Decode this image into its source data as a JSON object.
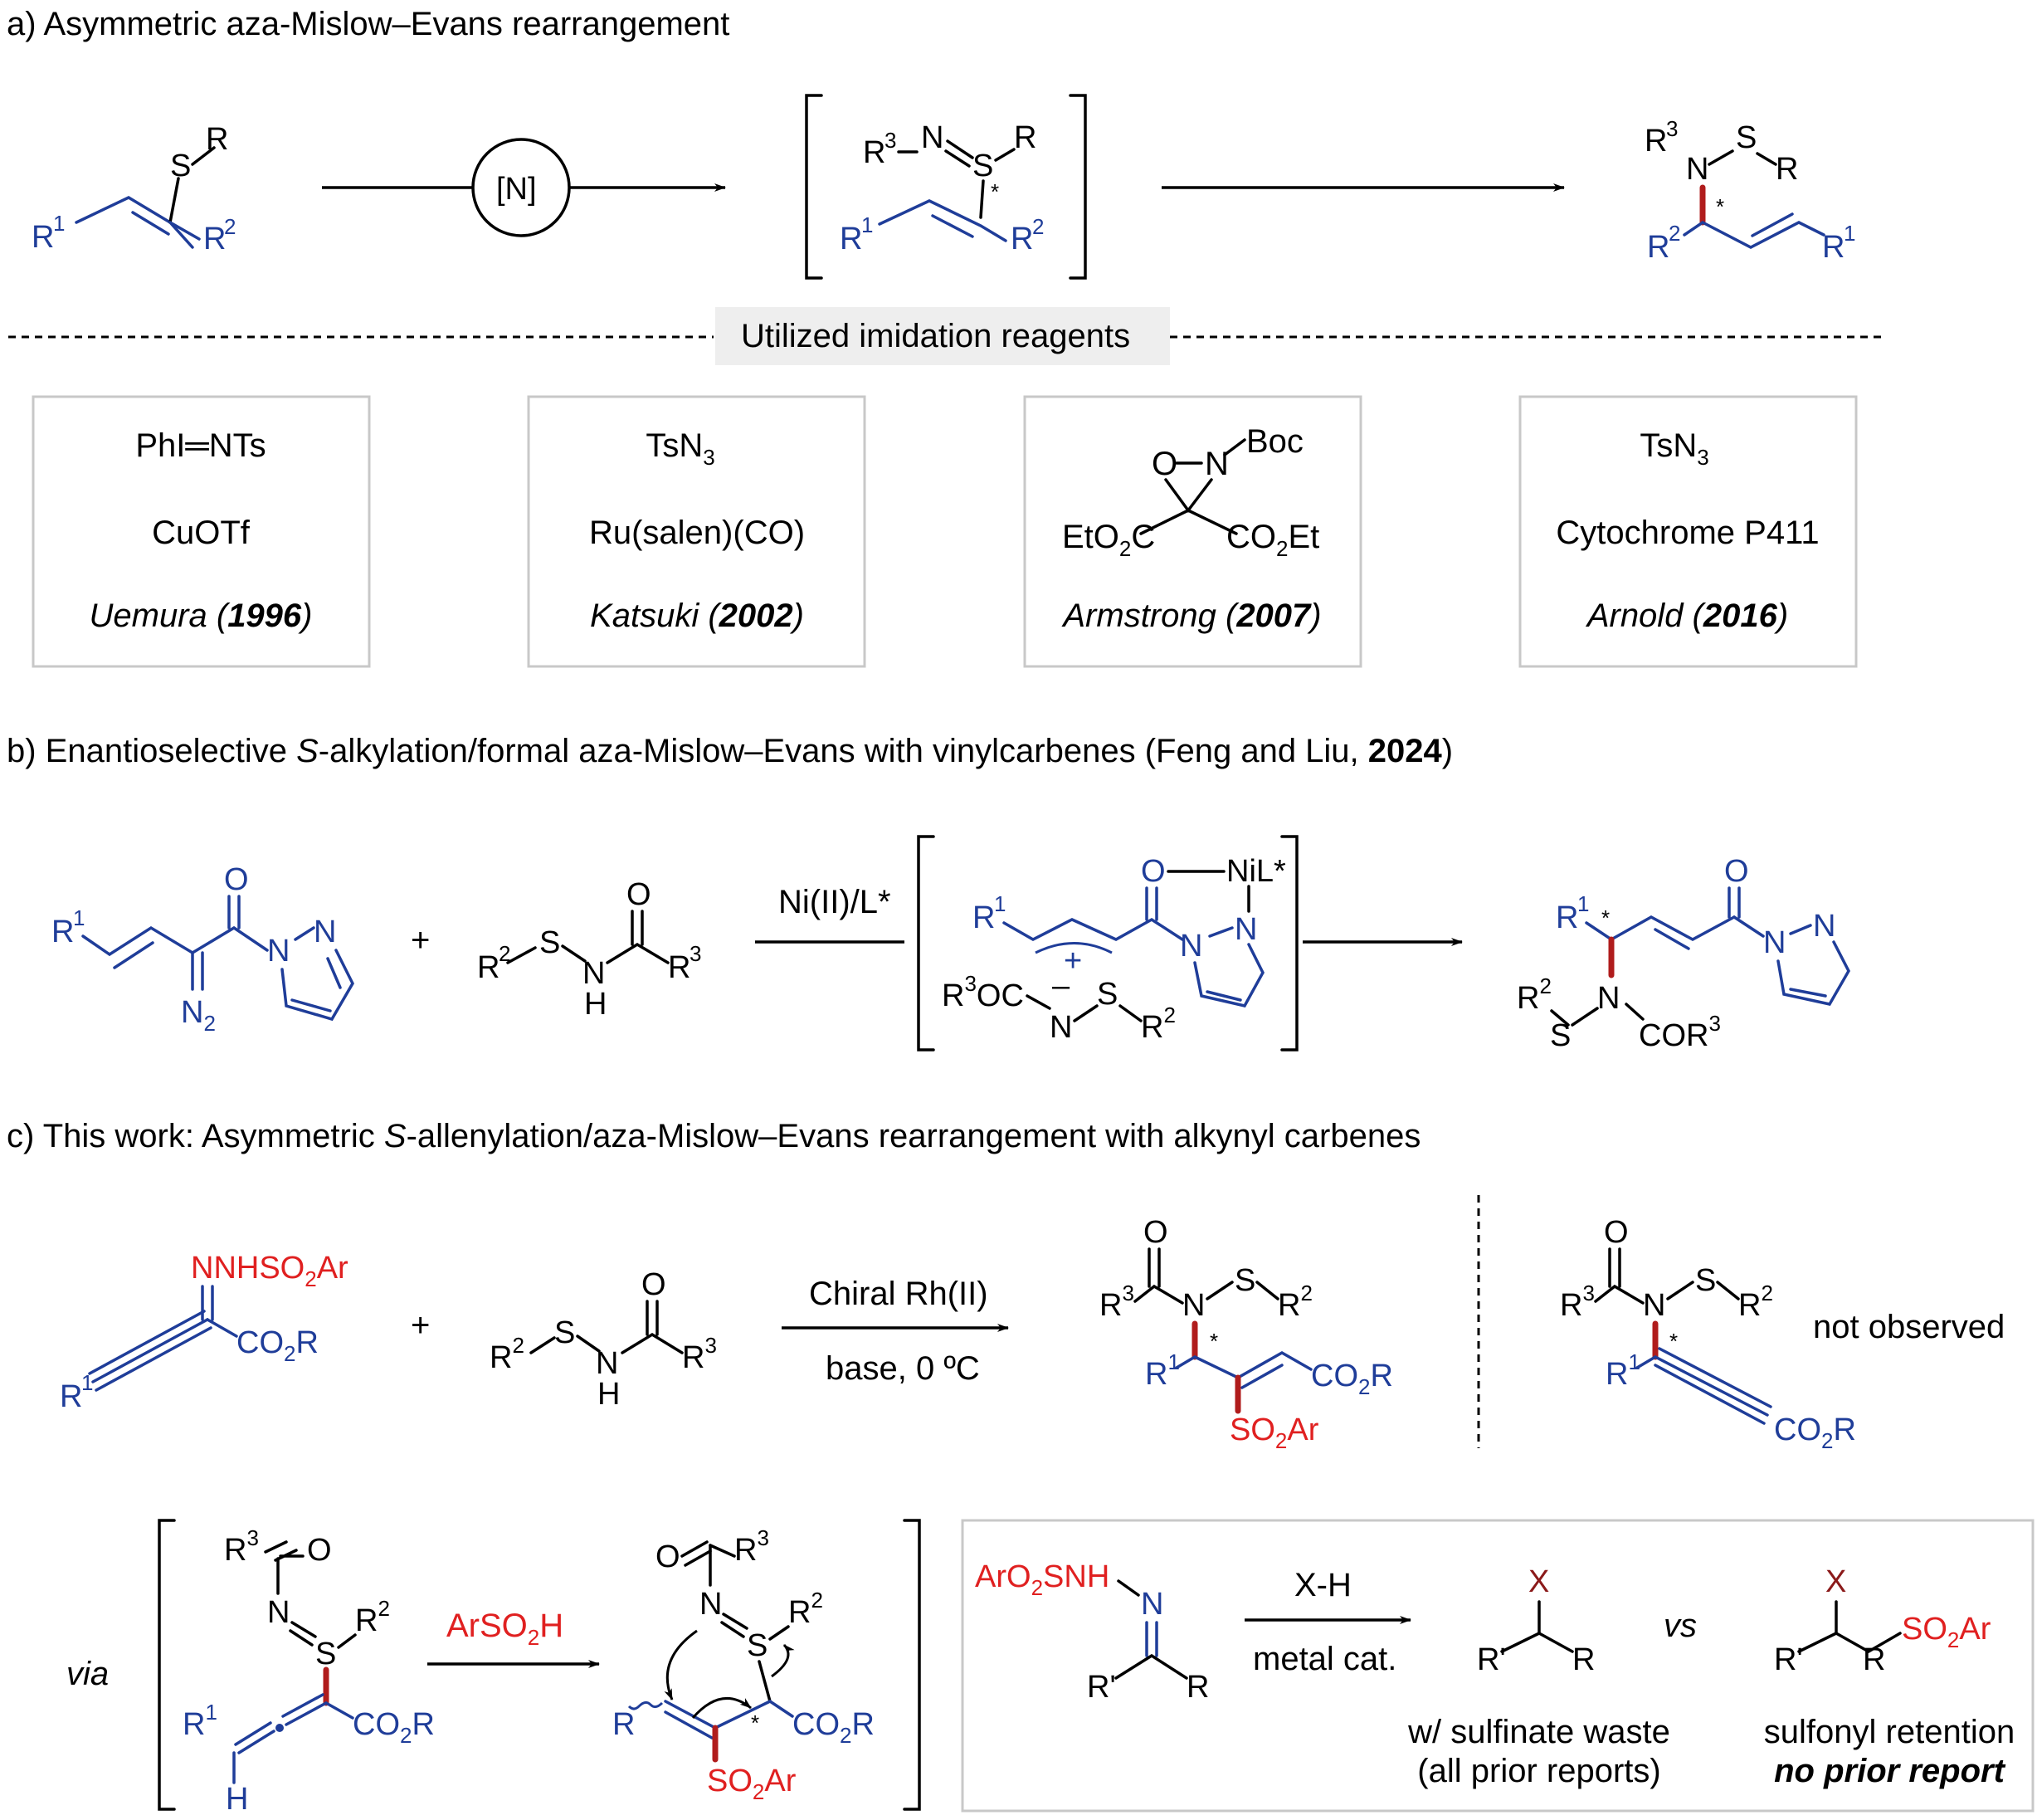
{
  "panel_a": {
    "title": "a) Asymmetric aza-Mislow–Evans rearrangement",
    "reagent_circle": "[N]",
    "banner": "Utilized imidation reagents",
    "labels": {
      "S": "S",
      "R": "R",
      "R1": "R",
      "R2": "R",
      "R3": "R",
      "N": "N",
      "star": "*",
      "sup1": "1",
      "sup2": "2",
      "sup3": "3"
    },
    "reagents": [
      {
        "line1": "PhI═NTs",
        "line2": "CuOTf",
        "author": "Uemura",
        "year": "1996"
      },
      {
        "line1": "TsN",
        "line1_sub": "3",
        "line2": "Ru(salen)(CO)",
        "author": "Katsuki",
        "year": "2002"
      },
      {
        "line1_N": "N",
        "line1_O": "O",
        "line1_boc": "Boc",
        "left": "EtO",
        "left_sub": "2",
        "left_c": "C",
        "right": "CO",
        "right_sub": "2",
        "right_et": "Et",
        "author": "Armstrong",
        "year": "2007"
      },
      {
        "line1": "TsN",
        "line1_sub": "3",
        "line2": "Cytochrome P411",
        "author": "Arnold",
        "year": "2016"
      }
    ]
  },
  "panel_b": {
    "title_pre": "b) Enantioselective ",
    "title_S": "S",
    "title_mid": "-alkylation/formal aza-Mislow–Evans with vinylcarbenes (Feng and Liu, ",
    "title_year": "2024",
    "title_end": ")",
    "plus": "+",
    "condition": "Ni(II)/L*",
    "labels": {
      "O": "O",
      "N": "N",
      "N2": "N",
      "N2_sub": "2",
      "H": "H",
      "S": "S",
      "NiL": "NiL*",
      "R3OC": "OC",
      "COR3": "COR",
      "minus": "–",
      "cation": "+"
    }
  },
  "panel_c": {
    "title_pre": "c) This work: Asymmetric ",
    "title_S": "S",
    "title_end": "-allenylation/aza-Mislow–Evans rearrangement with alkynyl carbenes",
    "hydrazone": "NNHSO",
    "hydrazone_sub": "2",
    "hydrazone_ar": "Ar",
    "ester": "CO",
    "ester_sub": "2",
    "ester_r": "R",
    "plus": "+",
    "condition_top": "Chiral Rh(II)",
    "condition_bottom": "base, 0 ºC",
    "sulfonyl": "SO",
    "sulfonyl_sub": "2",
    "sulfonyl_ar": "Ar",
    "not_observed": "not observed",
    "via": "via",
    "via_reagent": "ArSO",
    "via_reagent_sub": "2",
    "via_reagent_h": "H",
    "box": {
      "reactant": "ArO",
      "reactant_sub": "2",
      "reactant_end": "SNH",
      "reagent_top": "X-H",
      "reagent_bottom": "metal cat.",
      "vs": "vs",
      "X": "X",
      "Rp": "R'",
      "R": "R",
      "caption1_a": "w/ sulfinate waste",
      "caption1_b": "(all prior reports)",
      "caption2_a": "sulfonyl retention",
      "caption2_b": "no prior report"
    }
  },
  "colors": {
    "blue": "#1f3d99",
    "red": "#e02020",
    "dark_red": "#b01c1c",
    "box_gray": "#c8c8c8"
  }
}
